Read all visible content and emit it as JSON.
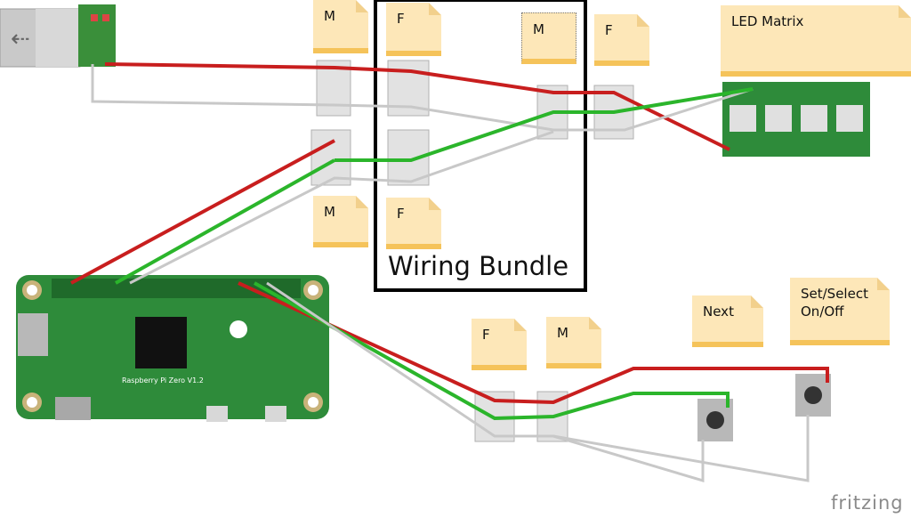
{
  "diagram": {
    "notes": [
      {
        "id": "m-top-left",
        "text": "M"
      },
      {
        "id": "f-top-bundle",
        "text": "F"
      },
      {
        "id": "m-top-bundle",
        "text": "M"
      },
      {
        "id": "f-top-right",
        "text": "F"
      },
      {
        "id": "led-matrix",
        "text": "LED Matrix"
      },
      {
        "id": "m-mid-left",
        "text": "M"
      },
      {
        "id": "f-mid-bundle",
        "text": "F"
      },
      {
        "id": "next",
        "text": "Next"
      },
      {
        "id": "set-select",
        "text": "Set/Select\nOn/Off"
      },
      {
        "id": "f-bottom",
        "text": "F"
      },
      {
        "id": "m-bottom",
        "text": "M"
      }
    ],
    "bundle_label": "Wiring Bundle",
    "board_label": "Raspberry Pi Zero V1.2",
    "brand": "fritzing",
    "colors": {
      "wire_red": "#c81e1e",
      "wire_green": "#2bb52b",
      "wire_gray": "#c8c8c8",
      "pcb_green": "#2e8b3a",
      "note": "#fde7b8"
    }
  }
}
